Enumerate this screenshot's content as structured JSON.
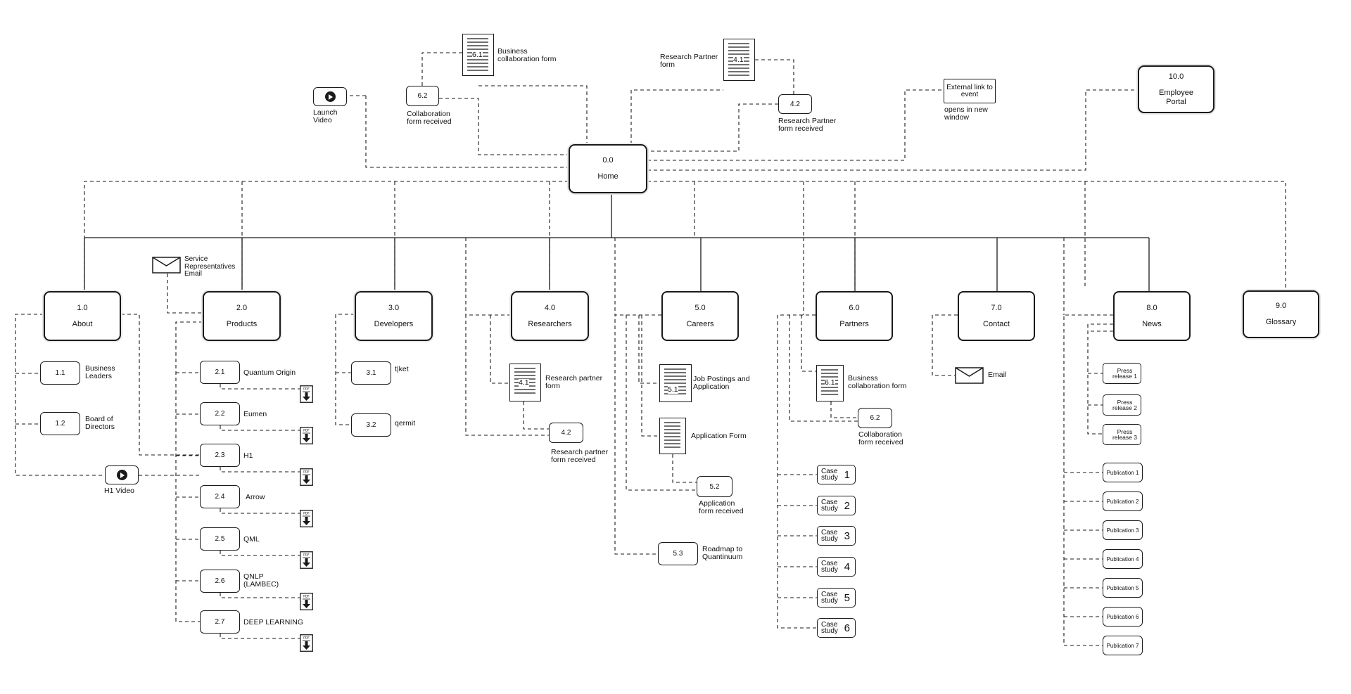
{
  "home": {
    "num": "0.0",
    "title": "Home"
  },
  "sections": [
    {
      "id": "about",
      "num": "1.0",
      "title": "About"
    },
    {
      "id": "products",
      "num": "2.0",
      "title": "Products"
    },
    {
      "id": "developers",
      "num": "3.0",
      "title": "Developers"
    },
    {
      "id": "researchers",
      "num": "4.0",
      "title": "Researchers"
    },
    {
      "id": "careers",
      "num": "5.0",
      "title": "Careers"
    },
    {
      "id": "partners",
      "num": "6.0",
      "title": "Partners"
    },
    {
      "id": "contact",
      "num": "7.0",
      "title": "Contact"
    },
    {
      "id": "news",
      "num": "8.0",
      "title": "News"
    },
    {
      "id": "glossary",
      "num": "9.0",
      "title": "Glossary"
    }
  ],
  "employee_portal": {
    "num": "10.0",
    "title": "Employee Portal"
  },
  "top": {
    "launch_video": "Launch Video",
    "business_form": {
      "num": "6.1",
      "label": "Business collaboration form"
    },
    "collab_received": {
      "num": "6.2",
      "label": "Collaboration form received"
    },
    "research_form": {
      "num": "4.1",
      "label": "Research Partner form"
    },
    "research_received": {
      "num": "4.2",
      "label": "Research Partner form received"
    },
    "external_link": {
      "label": "External link to event",
      "note": "opens in new window"
    }
  },
  "about": {
    "items": [
      {
        "num": "1.1",
        "label": "Business Leaders"
      },
      {
        "num": "1.2",
        "label": "Board of Directors"
      }
    ],
    "h1_video": "H1 Video"
  },
  "products": {
    "service_email": "Service Representatives Email",
    "items": [
      {
        "num": "2.1",
        "label": "Quantum Origin"
      },
      {
        "num": "2.2",
        "label": "Eumen"
      },
      {
        "num": "2.3",
        "label": "H1"
      },
      {
        "num": "2.4",
        "label": "Arrow"
      },
      {
        "num": "2.5",
        "label": "QML"
      },
      {
        "num": "2.6",
        "label": "QNLP (LAMBEC)"
      },
      {
        "num": "2.7",
        "label": "DEEP LEARNING"
      }
    ],
    "pdf_label": "PDF"
  },
  "developers": {
    "items": [
      {
        "num": "3.1",
        "label": "t|ket"
      },
      {
        "num": "3.2",
        "label": "qermit"
      }
    ]
  },
  "researchers": {
    "form": {
      "num": "4.1",
      "label": "Research partner form"
    },
    "received": {
      "num": "4.2",
      "label": "Research partner form received"
    }
  },
  "careers": {
    "postings": {
      "num": "5.1",
      "label": "Job Postings and Application"
    },
    "app_form": {
      "label": "Application Form"
    },
    "received": {
      "num": "5.2",
      "label": "Application form received"
    },
    "roadmap": {
      "num": "5.3",
      "label": "Roadmap to Quantinuum"
    }
  },
  "partners": {
    "form": {
      "num": "6.1",
      "label": "Business collaboration form"
    },
    "received": {
      "num": "6.2",
      "label": "Collaboration form received"
    },
    "case_word": "Case study",
    "cases": [
      "1",
      "2",
      "3",
      "4",
      "5",
      "6"
    ]
  },
  "contact": {
    "email": "Email"
  },
  "news": {
    "press": [
      {
        "label": "Press release",
        "n": "1"
      },
      {
        "label": "Press release",
        "n": "2"
      },
      {
        "label": "Press release",
        "n": "3"
      }
    ],
    "publications": [
      "Publication 1",
      "Publication 2",
      "Publication 3",
      "Publication 4",
      "Publication 5",
      "Publication 6",
      "Publication 7"
    ]
  }
}
